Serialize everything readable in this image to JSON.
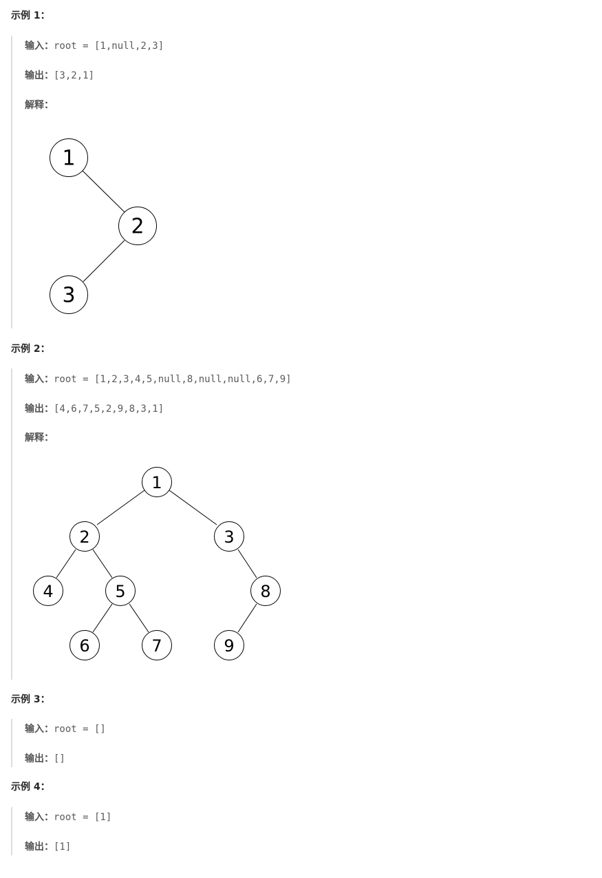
{
  "examples": [
    {
      "title": "示例 1：",
      "input_label": "输入：",
      "input_value": "root = [1,null,2,3]",
      "output_label": "输出：",
      "output_value": "[3,2,1]",
      "explain_label": "解释：",
      "tree": {
        "nodes": [
          "1",
          "2",
          "3"
        ]
      }
    },
    {
      "title": "示例 2：",
      "input_label": "输入：",
      "input_value": "root = [1,2,3,4,5,null,8,null,null,6,7,9]",
      "output_label": "输出：",
      "output_value": "[4,6,7,5,2,9,8,3,1]",
      "explain_label": "解释：",
      "tree": {
        "nodes": [
          "1",
          "2",
          "3",
          "4",
          "5",
          "8",
          "6",
          "7",
          "9"
        ]
      }
    },
    {
      "title": "示例 3：",
      "input_label": "输入：",
      "input_value": "root = []",
      "output_label": "输出：",
      "output_value": "[]"
    },
    {
      "title": "示例 4：",
      "input_label": "输入：",
      "input_value": "root = [1]",
      "output_label": "输出：",
      "output_value": "[1]"
    }
  ]
}
